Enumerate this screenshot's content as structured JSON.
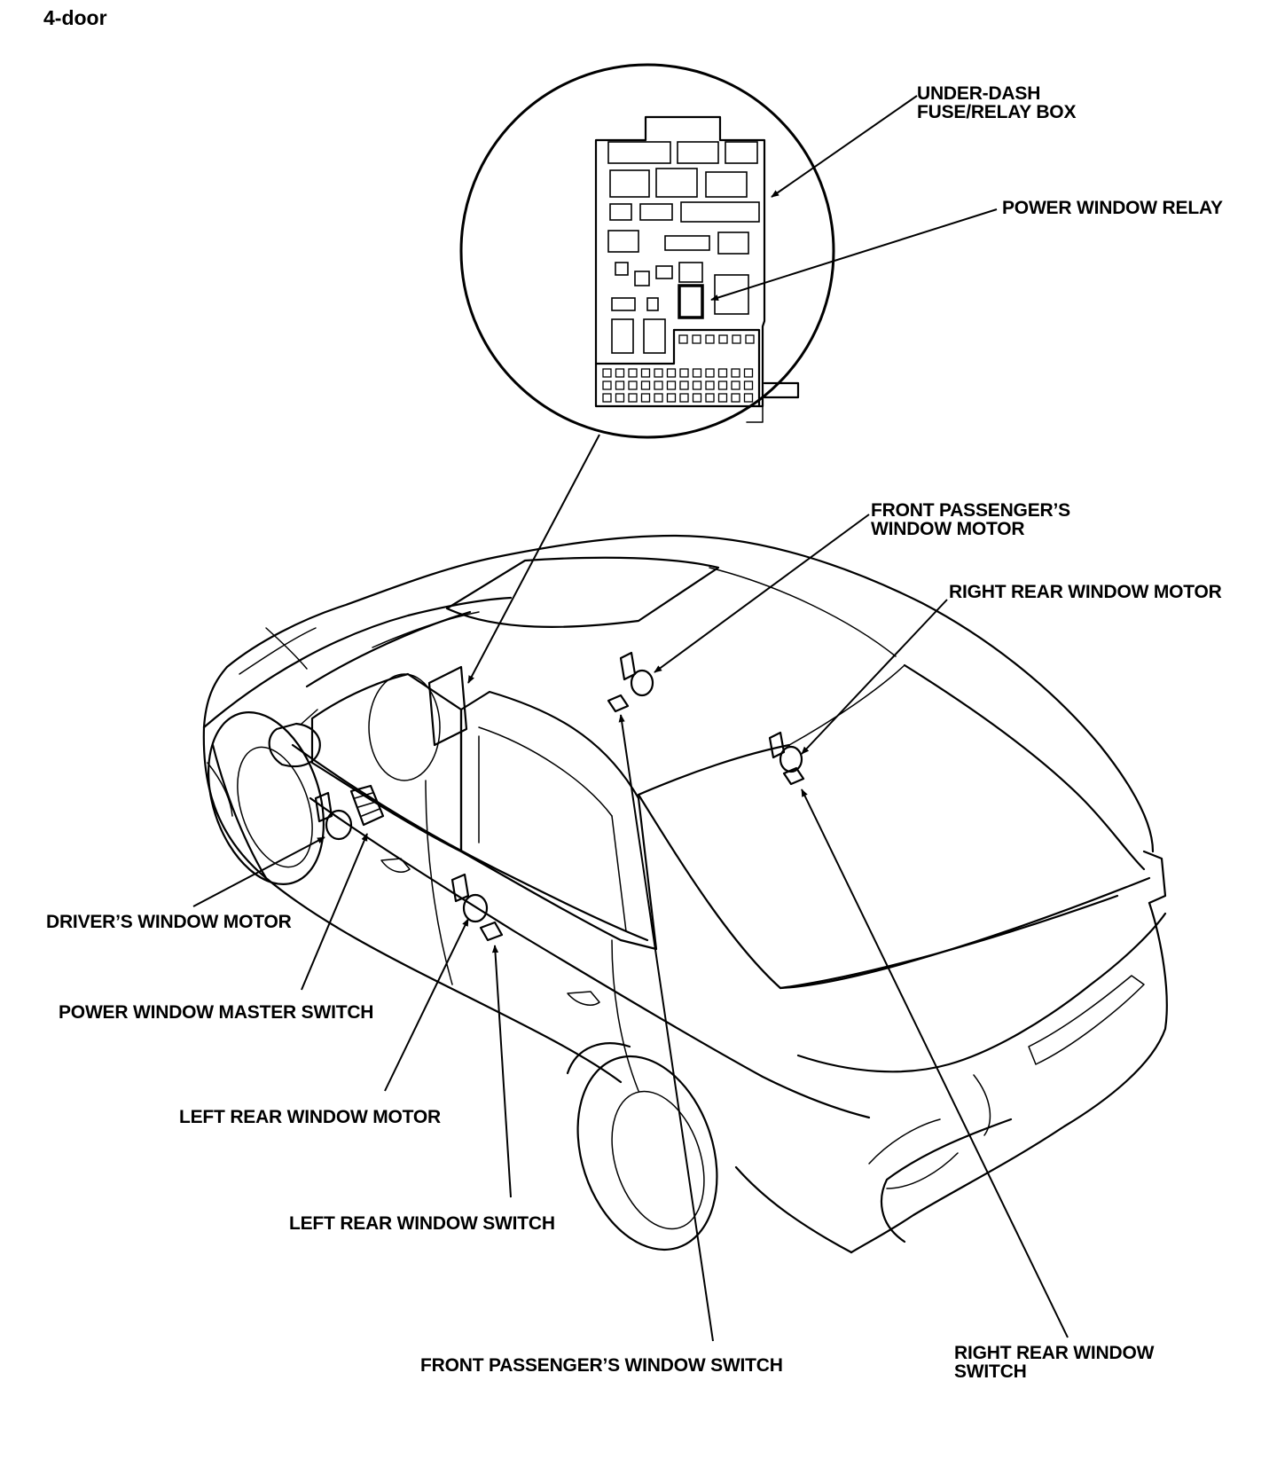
{
  "title": "4-door",
  "labels": {
    "fuse_box_line1": "UNDER-DASH",
    "fuse_box_line2": "FUSE/RELAY BOX",
    "relay": "POWER WINDOW RELAY",
    "front_pass_motor_line1": "FRONT PASSENGER’S",
    "front_pass_motor_line2": "WINDOW MOTOR",
    "right_rear_motor": "RIGHT REAR WINDOW MOTOR",
    "driver_motor": "DRIVER’S WINDOW MOTOR",
    "master_switch": "POWER WINDOW MASTER SWITCH",
    "left_rear_motor": "LEFT REAR WINDOW MOTOR",
    "left_rear_switch": "LEFT REAR WINDOW SWITCH",
    "front_pass_switch": "FRONT PASSENGER’S WINDOW SWITCH",
    "right_rear_switch_line1": "RIGHT REAR WINDOW",
    "right_rear_switch_line2": "SWITCH"
  }
}
